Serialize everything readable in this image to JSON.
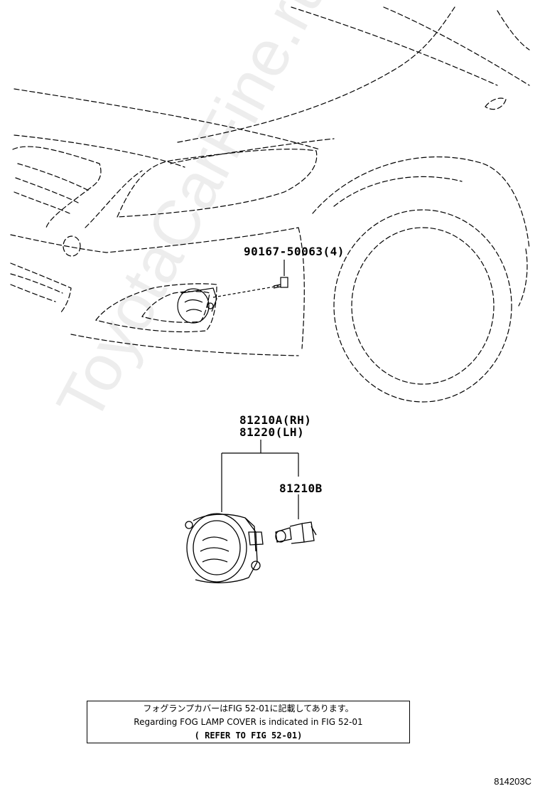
{
  "watermark": "ToyotaCarFine.ru",
  "callouts": {
    "bolt": "90167-50063(4)",
    "lamp_rh": "81210A(RH)",
    "lamp_lh": "81220(LH)",
    "bulb": "81210B"
  },
  "note": {
    "line_jp": "フォグランプカバーはFIG 52-01に記載してあります。",
    "line_en": "Regarding FOG LAMP COVER is indicated in FIG 52-01",
    "line_ref": "( REFER TO FIG 52-01)"
  },
  "figure_code": "814203C"
}
